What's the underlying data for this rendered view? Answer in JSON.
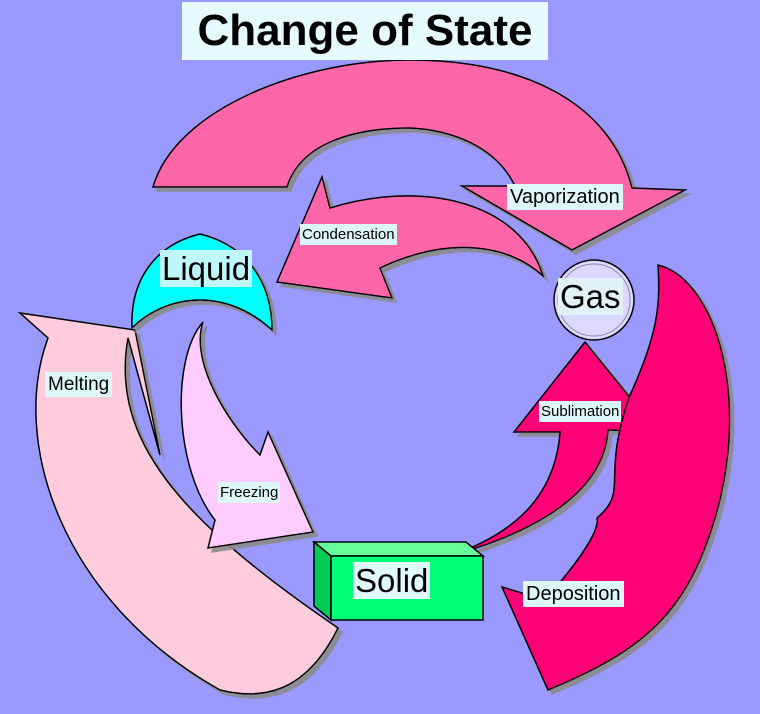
{
  "title": "Change of State",
  "states": {
    "liquid": "Liquid",
    "gas": "Gas",
    "solid": "Solid"
  },
  "processes": {
    "vaporization": "Vaporization",
    "condensation": "Condensation",
    "melting": "Melting",
    "freezing": "Freezing",
    "sublimation": "Sublimation",
    "deposition": "Deposition"
  },
  "colors": {
    "background": "#9999ff",
    "vaporization_arrow": "#ff66aa",
    "condensation_arrow": "#ff66aa",
    "melting_arrow": "#ffccdd",
    "freezing_arrow": "#ffccff",
    "sublimation_arrow": "#ff0077",
    "deposition_arrow": "#ff0077",
    "liquid_shape": "#00ffff",
    "solid_shape": "#00ff77",
    "gas_shape": "#ddd8ff"
  }
}
